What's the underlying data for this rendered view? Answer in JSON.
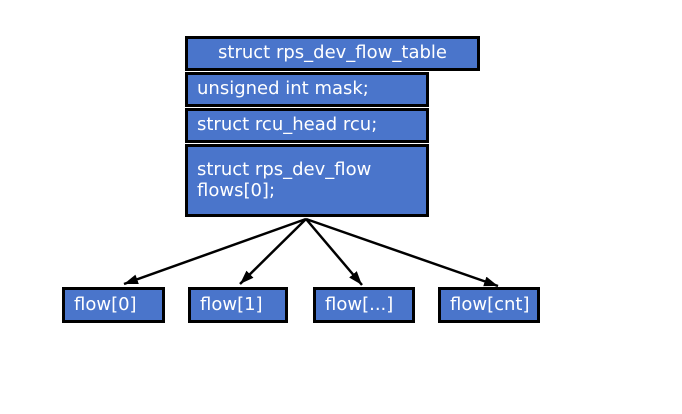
{
  "diagram": {
    "struct_table": {
      "header": "struct rps_dev_flow_table",
      "fields": [
        "unsigned int mask;",
        "struct rcu_head rcu;",
        "struct rps_dev_flow flows[0];"
      ]
    },
    "flow_boxes": [
      "flow[0]",
      "flow[1]",
      "flow[...]",
      "flow[cnt]"
    ],
    "colors": {
      "box_fill": "#4a75cb",
      "box_border": "#000000",
      "text": "#ffffff",
      "background": "#ffffff",
      "arrow": "#000000"
    }
  }
}
